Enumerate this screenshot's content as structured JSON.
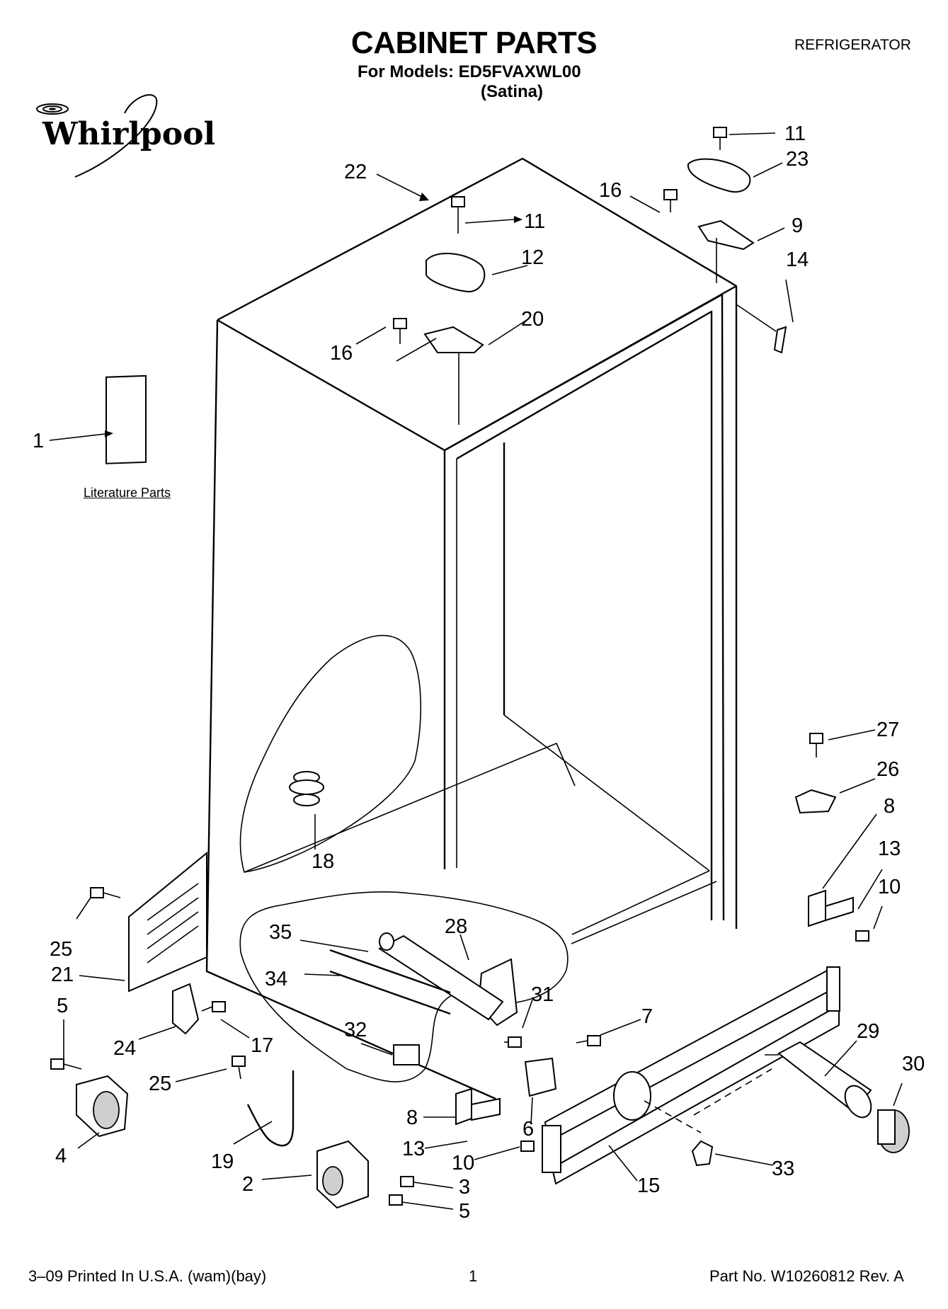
{
  "header": {
    "title": "CABINET PARTS",
    "models_line": "For Models: ED5FVAXWL00",
    "variant": "(Satina)",
    "category": "REFRIGERATOR"
  },
  "brand": {
    "name": "Whirlpool",
    "icon": "whirlpool-logo"
  },
  "literature_label": "Literature Parts",
  "callouts": [
    "1",
    "2",
    "3",
    "4",
    "5",
    "5",
    "6",
    "7",
    "8",
    "8",
    "9",
    "10",
    "10",
    "11",
    "11",
    "12",
    "13",
    "13",
    "14",
    "15",
    "16",
    "16",
    "17",
    "18",
    "19",
    "20",
    "21",
    "22",
    "23",
    "24",
    "25",
    "25",
    "26",
    "27",
    "28",
    "29",
    "30",
    "31",
    "32",
    "33",
    "34",
    "35"
  ],
  "footer": {
    "left": "3–09 Printed In U.S.A. (wam)(bay)",
    "page": "1",
    "right": "Part No. W10260812 Rev. A"
  }
}
